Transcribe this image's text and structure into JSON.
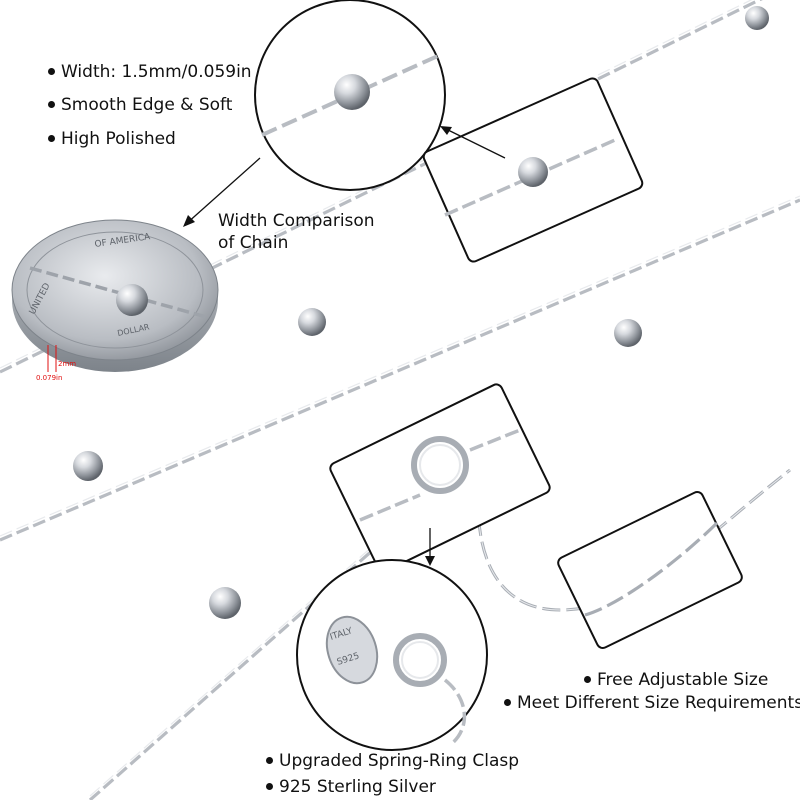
{
  "features_top": [
    "Width: 1.5mm/0.059in",
    "Smooth Edge & Soft",
    "High Polished"
  ],
  "comparison_caption_line1": "Width Comparison",
  "comparison_caption_line2": "of Chain",
  "coin": {
    "dimension_mm": "2mm",
    "dimension_in": "0.079in",
    "engraving_1": "OF AMERICA",
    "engraving_2": "UNITED",
    "engraving_3": "DOLLAR"
  },
  "clasp_stamp_1": "ITALY",
  "clasp_stamp_2": "S925",
  "features_right": [
    "Free Adjustable Size",
    "Meet Different Size Requirements"
  ],
  "features_bottom": [
    "Upgraded Spring-Ring Clasp",
    "925 Sterling Silver"
  ],
  "colors": {
    "text": "#111111",
    "outline": "#111111",
    "silver": "#b8bcc2",
    "dimension": "#e01010"
  }
}
